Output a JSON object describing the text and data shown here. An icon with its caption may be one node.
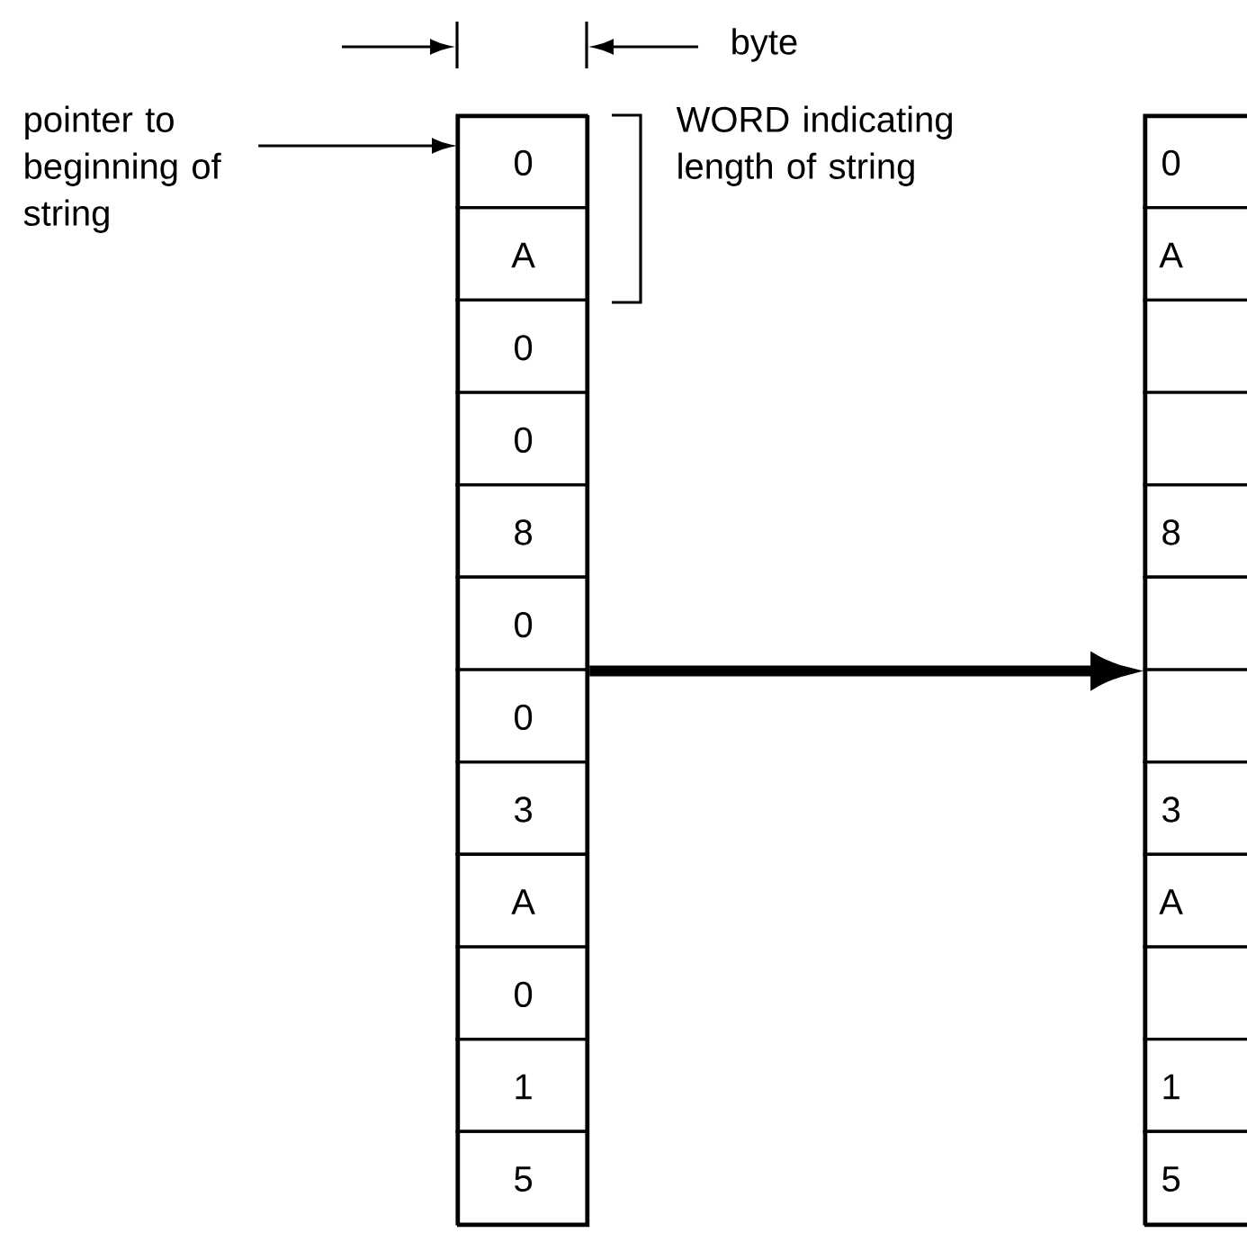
{
  "diagram": {
    "nodes": [
      {
        "text": [
          "pointer to beginning of string"
        ]
      },
      {
        "text": [],
        "shape": "box"
      },
      {
        "text": [
          "0"
        ],
        "in": 1
      },
      {
        "text": [
          "A"
        ],
        "in": 1
      },
      {
        "text": [
          "0"
        ],
        "in": 1
      },
      {
        "text": [
          "0"
        ],
        "in": 1
      },
      {
        "text": [
          "8"
        ],
        "in": 1
      },
      {
        "text": [
          "0"
        ],
        "in": 1
      },
      {
        "text": [
          "0"
        ],
        "in": 1
      },
      {
        "text": [
          "3"
        ],
        "in": 1
      },
      {
        "text": [
          "A"
        ],
        "in": 1
      },
      {
        "text": [
          "0"
        ],
        "in": 1
      },
      {
        "text": [
          "1"
        ],
        "in": 1
      },
      {
        "text": [
          "5"
        ],
        "in": 1
      },
      {
        "text": [],
        "shape": "box"
      },
      {
        "text": [
          "0"
        ],
        "in": 14
      },
      {
        "text": [
          "A"
        ],
        "in": 14
      },
      {
        "text": [],
        "shape": "box",
        "in": 14
      },
      {
        "text": [],
        "shape": "box",
        "in": 14
      },
      {
        "text": [
          "8"
        ],
        "in": 14
      },
      {
        "text": [],
        "shape": "box",
        "in": 14
      },
      {
        "text": [],
        "shape": "box",
        "in": 14
      },
      {
        "text": [
          "3"
        ],
        "in": 14
      },
      {
        "text": [
          "A"
        ],
        "in": 14
      },
      {
        "text": [],
        "shape": "box",
        "in": 14
      },
      {
        "text": [
          "1"
        ],
        "in": 14
      },
      {
        "text": [
          "5"
        ],
        "in": 14
      }
    ],
    "edges": [
      {
        "from": 0,
        "to": 2,
        "arrow": "to"
      },
      {
        "from": 1,
        "to": 14,
        "arrow": "to",
        "style": "thick"
      }
    ],
    "labels": [
      "byte",
      "WORD indicating length of string"
    ]
  }
}
